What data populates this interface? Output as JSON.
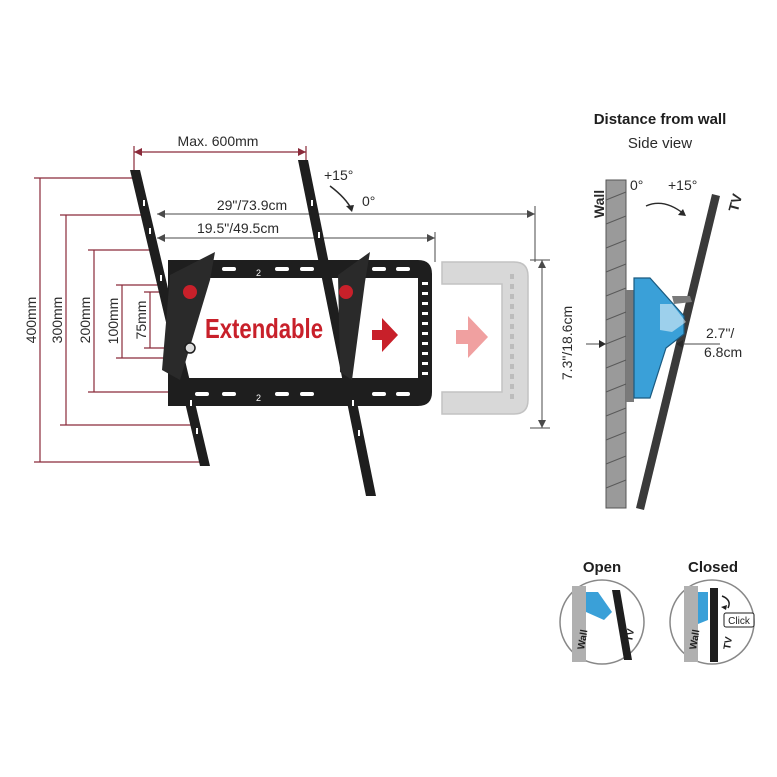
{
  "colors": {
    "dimension_maroon": "#8a2a3a",
    "bracket_black": "#1e1e1e",
    "accent_red": "#c8202a",
    "ghost_gray": "#c8c8c8",
    "ghost_arrow": "#f0a0a0",
    "mount_blue": "#3aa0d8",
    "wall_gray": "#9a9a9a"
  },
  "main": {
    "max_width_label": "Max. 600mm",
    "height_400": "400mm",
    "height_300": "300mm",
    "height_200": "200mm",
    "height_100": "100mm",
    "height_75": "75mm",
    "width_29": "29\"/73.9cm",
    "width_19": "19.5\"/49.5cm",
    "depth_7": "7.3\"/18.6cm",
    "tilt_plus": "+15°",
    "tilt_zero": "0°",
    "extendable_label": "Extendable",
    "bracket_mark": "2"
  },
  "side": {
    "title": "Distance from wall",
    "subtitle": "Side view",
    "wall_label": "Wall",
    "tv_label": "TV",
    "zero": "0°",
    "plus15": "+15°",
    "distance_1": "2.7\"/",
    "distance_2": "6.8cm"
  },
  "lock": {
    "open_label": "Open",
    "closed_label": "Closed",
    "wall_label": "Wall",
    "tv_label": "TV",
    "click_label": "Click"
  }
}
